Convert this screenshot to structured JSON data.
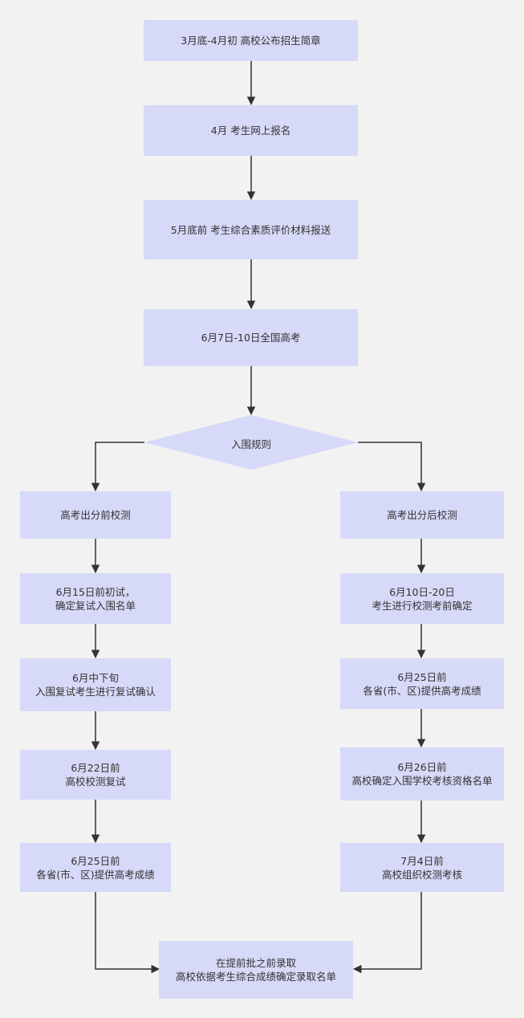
{
  "colors": {
    "node_fill": "#d6d9f7",
    "edge": "#333333",
    "background": "#f2f2f2",
    "text": "#333333"
  },
  "flow": {
    "main": [
      {
        "line1": "3月底-4月初 高校公布招生简章"
      },
      {
        "line1": "4月 考生网上报名"
      },
      {
        "line1": "5月底前 考生综合素质评价材料报送"
      },
      {
        "line1": "6月7日-10日全国高考"
      }
    ],
    "decision": {
      "label": "入围规则"
    },
    "left": [
      {
        "line1": "高考出分前校测",
        "line2": ""
      },
      {
        "line1": "6月15日前初试，",
        "line2": "确定复试入围名单"
      },
      {
        "line1": "6月中下旬",
        "line2": "入围复试考生进行复试确认"
      },
      {
        "line1": "6月22日前",
        "line2": "高校校测复试"
      },
      {
        "line1": "6月25日前",
        "line2": "各省(市、区)提供高考成绩"
      }
    ],
    "right": [
      {
        "line1": "高考出分后校测",
        "line2": ""
      },
      {
        "line1": "6月10日-20日",
        "line2": "考生进行校测考前确定"
      },
      {
        "line1": "6月25日前",
        "line2": "各省(市、区)提供高考成绩"
      },
      {
        "line1": "6月26日前",
        "line2": "高校确定入围学校考核资格名单"
      },
      {
        "line1": "7月4日前",
        "line2": "高校组织校测考核"
      }
    ],
    "final": {
      "line1": "在提前批之前录取",
      "line2": "高校依据考生综合成绩确定录取名单"
    }
  }
}
